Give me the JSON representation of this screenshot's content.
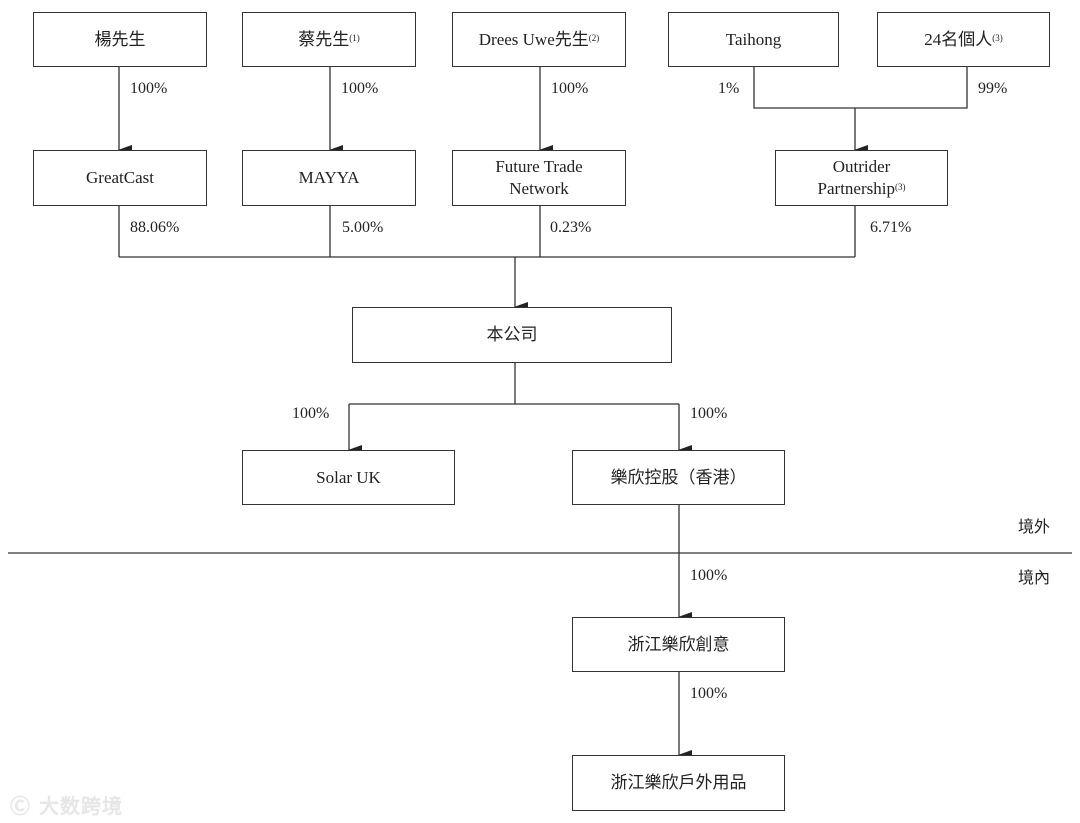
{
  "entities": {
    "yang": {
      "label": "楊先生",
      "note": ""
    },
    "cai": {
      "label": "蔡先生",
      "note": "(1)"
    },
    "drees": {
      "label": "Drees Uwe先生",
      "note": "(2)"
    },
    "taihong": {
      "label": "Taihong"
    },
    "individuals": {
      "label": "24名個人",
      "note": "(3)"
    },
    "greatcast": {
      "label": "GreatCast"
    },
    "mayya": {
      "label": "MAYYA"
    },
    "ftn": {
      "label_line1": "Future Trade",
      "label_line2": "Network"
    },
    "outrider": {
      "label_line1": "Outrider",
      "label_line2": "Partnership",
      "note": "(3)"
    },
    "company": {
      "label": "本公司"
    },
    "solar_uk": {
      "label": "Solar UK"
    },
    "lexin_hk": {
      "label": "樂欣控股（香港）"
    },
    "zj_creative": {
      "label": "浙江樂欣創意"
    },
    "zj_outdoor": {
      "label": "浙江樂欣戶外用品"
    }
  },
  "percentages": {
    "yang_greatcast": "100%",
    "cai_mayya": "100%",
    "drees_ftn": "100%",
    "taihong_outrider": "1%",
    "individuals_outrider": "99%",
    "greatcast_company": "88.06%",
    "mayya_company": "5.00%",
    "ftn_company": "0.23%",
    "outrider_company": "6.71%",
    "company_solar": "100%",
    "company_lexin_hk": "100%",
    "hk_creative": "100%",
    "creative_outdoor": "100%"
  },
  "regions": {
    "offshore": "境外",
    "onshore": "境內"
  },
  "watermark": "大数跨境"
}
